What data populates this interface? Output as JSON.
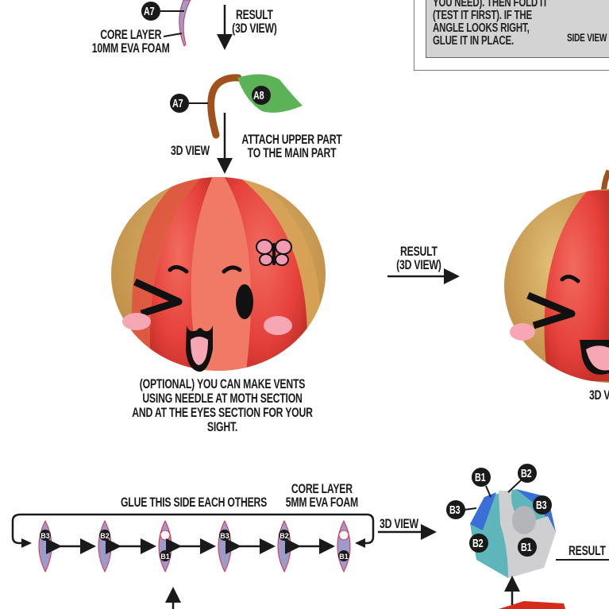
{
  "top": {
    "badge_a7": "A7",
    "core_layer": "CORE LAYER",
    "core_thickness": "10MM EVA FOAM",
    "result_line1": "RESULT",
    "result_line2": "(3D VIEW)"
  },
  "note_box": {
    "lines": [
      "YOU NEED). THEN FOLD IT",
      "(TEST IT FIRST). IF THE",
      "ANGLE LOOKS RIGHT,",
      "GLUE IT IN PLACE."
    ],
    "side_view": "SIDE VIEW"
  },
  "stem_step": {
    "badge_a7": "A7",
    "badge_a8": "A8",
    "view_label": "3D VIEW",
    "instruction_line1": "ATTACH UPPER PART",
    "instruction_line2": "TO THE MAIN PART"
  },
  "apple_step": {
    "result_line1": "RESULT",
    "result_line2": "(3D VIEW)",
    "caption": [
      "(OPTIONAL) YOU CAN MAKE VENTS",
      "USING NEEDLE AT MOTH SECTION",
      "AND AT THE EYES SECTION FOR YOUR",
      "SIGHT."
    ],
    "right_view_label": "3D V"
  },
  "bottom": {
    "glue_label": "GLUE THIS SIDE EACH OTHERS",
    "core_layer": "CORE LAYER",
    "core_thickness": "5MM EVA FOAM",
    "pieces": [
      "B3",
      "B2",
      "B1",
      "B3",
      "B2",
      "B1"
    ],
    "view_label": "3D VIEW",
    "model_badges": [
      "B1",
      "B2",
      "B3",
      "B3",
      "B2",
      "B1"
    ],
    "result": "RESULT"
  },
  "colors": {
    "foam": "#9b9bcc",
    "outline": "#e0304a",
    "apple_red": "#e8413c",
    "apple_gold": "#d3a85a",
    "leaf": "#5cb257",
    "stem": "#a0521d",
    "badge": "#1a1a1a"
  }
}
